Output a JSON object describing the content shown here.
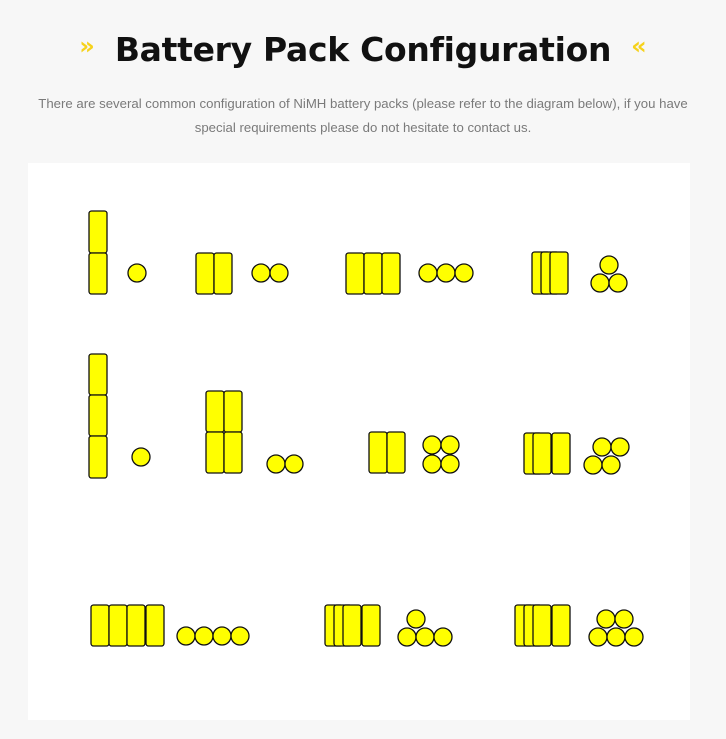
{
  "heading": {
    "title": "Battery Pack Configuration",
    "chevron_left": "»",
    "chevron_right": "«",
    "chevron_color": "#f6d21b",
    "left_icon": "double-chevron-right-icon",
    "right_icon": "double-chevron-left-icon"
  },
  "intro": {
    "line1": "There are several common configuration of NiMH battery packs (please refer to the diagram below), if you have",
    "line2": "special requirements please do not hesitate to contact us."
  },
  "diagram": {
    "cell_fill": "#ffff00",
    "cell_stroke": "#111111",
    "configurations": [
      {
        "id": "1-cell-stacked-2"
      },
      {
        "id": "2-cell-row"
      },
      {
        "id": "3-cell-row"
      },
      {
        "id": "3-cell-triangle"
      },
      {
        "id": "3-cell-stacked-3"
      },
      {
        "id": "4-cell-2x2-stacked"
      },
      {
        "id": "4-cell-square"
      },
      {
        "id": "5-cell-nested"
      },
      {
        "id": "4-cell-row"
      },
      {
        "id": "4-cell-triangle"
      },
      {
        "id": "5-cell-pyramid"
      }
    ]
  }
}
